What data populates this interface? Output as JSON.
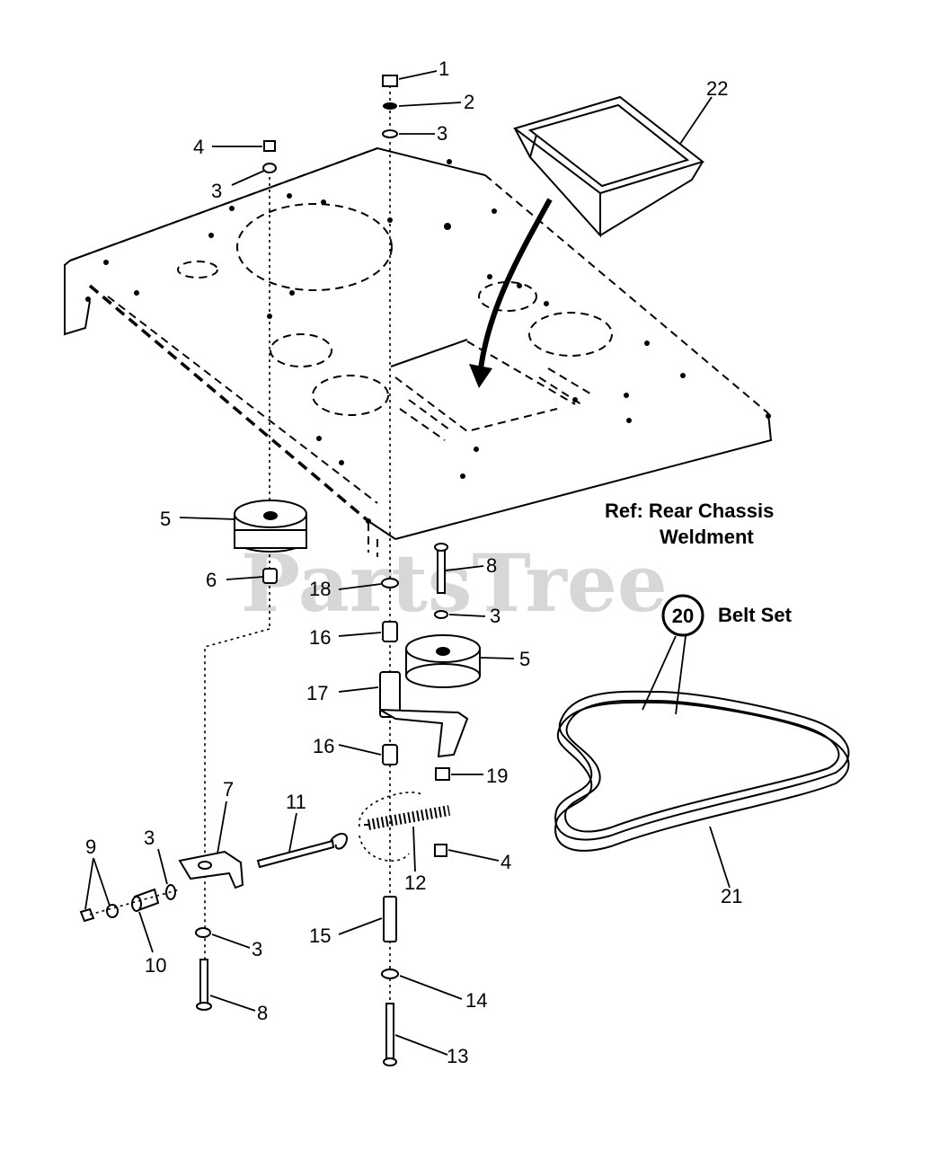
{
  "reference": {
    "line1": "Ref:  Rear Chassis",
    "line2": "Weldment"
  },
  "watermark": "PartsTree",
  "belt_set": {
    "number": "20",
    "label": "Belt Set"
  },
  "callouts": {
    "c1": "1",
    "c2": "2",
    "c3a": "3",
    "c4a": "4",
    "c3b": "3",
    "c22": "22",
    "c5a": "5",
    "c6": "6",
    "c18": "18",
    "c8a": "8",
    "c3c": "3",
    "c16a": "16",
    "c5b": "5",
    "c17": "17",
    "c16b": "16",
    "c19": "19",
    "c7": "7",
    "c11": "11",
    "c3d": "3",
    "c9": "9",
    "c12": "12",
    "c4b": "4",
    "c10": "10",
    "c3e": "3",
    "c15": "15",
    "c8b": "8",
    "c14": "14",
    "c13": "13",
    "c21": "21"
  }
}
